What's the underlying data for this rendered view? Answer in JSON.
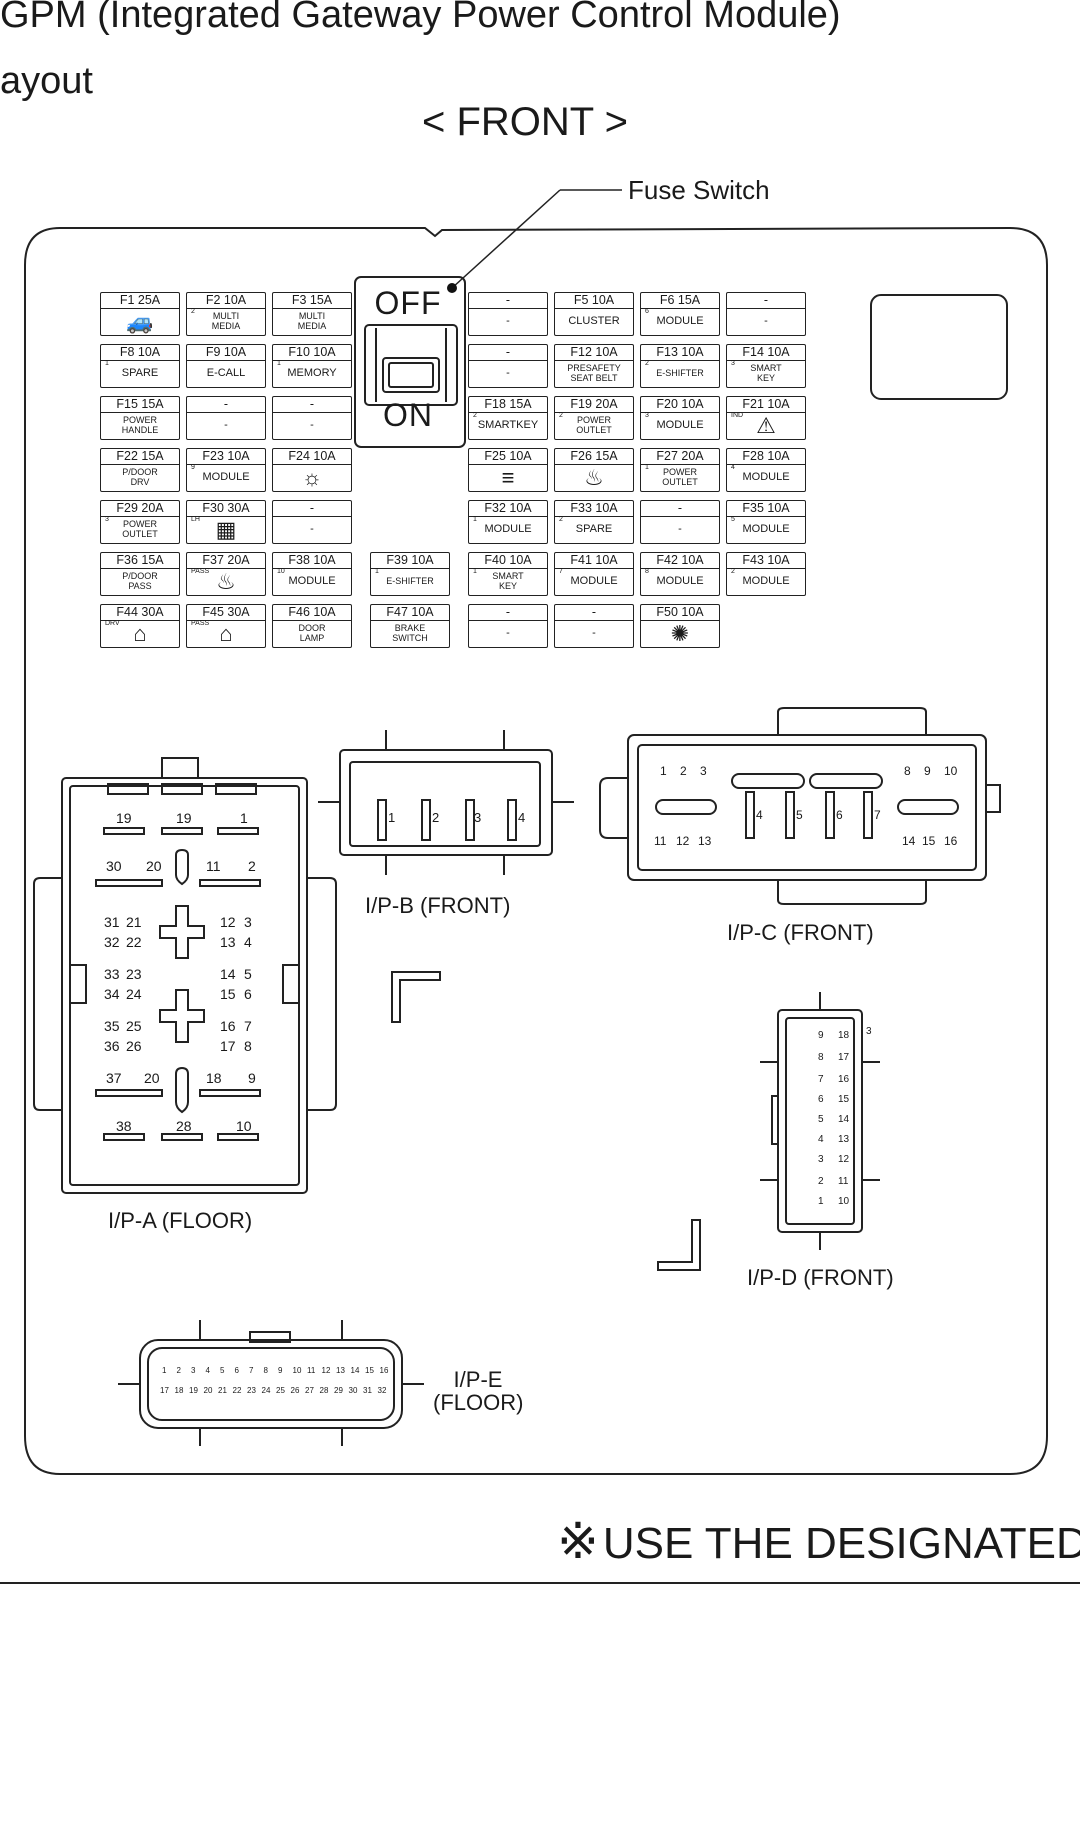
{
  "header": {
    "title_line1": "GPM (Integrated Gateway Power Control Module)",
    "title_line2": "ayout",
    "front_label": "< FRONT >"
  },
  "fuse_switch": {
    "label": "Fuse Switch",
    "off_text": "OFF",
    "on_text": "ON"
  },
  "fuses": [
    {
      "rating": "F1 25A",
      "label": "",
      "icon": "car-icon"
    },
    {
      "rating": "F2 10A",
      "label": "MULTI\nMEDIA",
      "sup": "2"
    },
    {
      "rating": "F3 15A",
      "label": "MULTI\nMEDIA"
    },
    {
      "rating": "-",
      "label": "-"
    },
    {
      "rating": "F5 10A",
      "label": "CLUSTER"
    },
    {
      "rating": "F6 15A",
      "label": "MODULE",
      "sup": "6"
    },
    {
      "rating": "-",
      "label": "-"
    },
    {
      "rating": "F8 10A",
      "label": "SPARE",
      "sup": "1"
    },
    {
      "rating": "F9 10A",
      "label": "E-CALL"
    },
    {
      "rating": "F10 10A",
      "label": "MEMORY",
      "sup": "1"
    },
    {
      "rating": "-",
      "label": "-"
    },
    {
      "rating": "F12 10A",
      "label": "PRESAFETY\nSEAT BELT"
    },
    {
      "rating": "F13 10A",
      "label": "E-SHIFTER",
      "sup": "2"
    },
    {
      "rating": "F14 10A",
      "label": "SMART\nKEY",
      "sup": "3"
    },
    {
      "rating": "F15 15A",
      "label": "POWER\nHANDLE"
    },
    {
      "rating": "-",
      "label": "-"
    },
    {
      "rating": "-",
      "label": "-"
    },
    {
      "rating": "F18 15A",
      "label": "SMARTKEY",
      "sup": "2"
    },
    {
      "rating": "F19 20A",
      "label": "POWER\nOUTLET",
      "sup": "2"
    },
    {
      "rating": "F20 10A",
      "label": "MODULE",
      "sup": "3"
    },
    {
      "rating": "F21 10A",
      "label": "",
      "icon": "airbag-icon",
      "sup": "IND"
    },
    {
      "rating": "F22 15A",
      "label": "P/DOOR\nDRV"
    },
    {
      "rating": "F23 10A",
      "label": "MODULE",
      "sup": "9"
    },
    {
      "rating": "F24 10A",
      "label": "",
      "icon": "room-lamp-icon"
    },
    {
      "rating": "F25 10A",
      "label": "",
      "icon": "fog-lamp-icon"
    },
    {
      "rating": "F26 15A",
      "label": "",
      "icon": "seat-heater-icon"
    },
    {
      "rating": "F27 20A",
      "label": "POWER\nOUTLET",
      "sup": "1"
    },
    {
      "rating": "F28 10A",
      "label": "MODULE",
      "sup": "4"
    },
    {
      "rating": "F29 20A",
      "label": "POWER\nOUTLET",
      "sup": "3"
    },
    {
      "rating": "F30 30A",
      "label": "",
      "icon": "rear-defog-icon",
      "sup": "LH"
    },
    {
      "rating": "-",
      "label": "-"
    },
    {
      "rating": "F32 10A",
      "label": "MODULE",
      "sup": "1"
    },
    {
      "rating": "F33 10A",
      "label": "SPARE",
      "sup": "2"
    },
    {
      "rating": "-",
      "label": "-"
    },
    {
      "rating": "F35 10A",
      "label": "MODULE",
      "sup": "5"
    },
    {
      "rating": "F36 15A",
      "label": "P/DOOR\nPASS"
    },
    {
      "rating": "F37 20A",
      "label": "",
      "icon": "seat-warmer-icon",
      "sup": "PASS"
    },
    {
      "rating": "F38 10A",
      "label": "MODULE",
      "sup": "10"
    },
    {
      "rating": "F39 10A",
      "label": "E-SHIFTER",
      "sup": "1"
    },
    {
      "rating": "F40 10A",
      "label": "SMART\nKEY",
      "sup": "1"
    },
    {
      "rating": "F41 10A",
      "label": "MODULE",
      "sup": "7"
    },
    {
      "rating": "F42 10A",
      "label": "MODULE",
      "sup": "8"
    },
    {
      "rating": "F43 10A",
      "label": "MODULE",
      "sup": "2"
    },
    {
      "rating": "F44 30A",
      "label": "",
      "icon": "seat-vent-drv-icon",
      "sup": "DRV"
    },
    {
      "rating": "F45 30A",
      "label": "",
      "icon": "seat-vent-pass-icon",
      "sup": "PASS"
    },
    {
      "rating": "F46 10A",
      "label": "DOOR\nLAMP"
    },
    {
      "rating": "F47 10A",
      "label": "BRAKE\nSWITCH"
    },
    {
      "rating": "-",
      "label": "-"
    },
    {
      "rating": "-",
      "label": "-"
    },
    {
      "rating": "F50 10A",
      "label": "",
      "icon": "sun-icon"
    }
  ],
  "connectors": {
    "ipa": {
      "label": "I/P-A (FLOOR)",
      "pins": [
        "19",
        "19",
        "1",
        "30",
        "20",
        "11",
        "2",
        "31",
        "21",
        "12",
        "3",
        "32",
        "22",
        "13",
        "4",
        "33",
        "23",
        "14",
        "5",
        "34",
        "24",
        "15",
        "6",
        "35",
        "25",
        "16",
        "7",
        "36",
        "26",
        "17",
        "8",
        "37",
        "20",
        "18",
        "9",
        "38",
        "28",
        "10"
      ]
    },
    "ipb": {
      "label": "I/P-B (FRONT)",
      "pins": [
        "1",
        "2",
        "3",
        "4"
      ]
    },
    "ipc": {
      "label": "I/P-C (FRONT)",
      "pins": [
        "1",
        "2",
        "3",
        "8",
        "9",
        "10",
        "4",
        "5",
        "6",
        "7",
        "11",
        "12",
        "13",
        "14",
        "15",
        "16"
      ]
    },
    "ipd": {
      "label": "I/P-D (FRONT)",
      "pins": [
        "9",
        "18",
        "3",
        "8",
        "17",
        "7",
        "16",
        "6",
        "15",
        "5",
        "14",
        "4",
        "13",
        "3",
        "12",
        "2",
        "11",
        "1",
        "10"
      ]
    },
    "ipe": {
      "label_line1": "I/P-E",
      "label_line2": "(FLOOR)",
      "pins_top": [
        "1",
        "2",
        "3",
        "4",
        "5",
        "6",
        "7",
        "8",
        "9",
        "10",
        "11",
        "12",
        "13",
        "14",
        "15",
        "16"
      ],
      "pins_bottom": [
        "17",
        "18",
        "19",
        "20",
        "21",
        "22",
        "23",
        "24",
        "25",
        "26",
        "27",
        "28",
        "29",
        "30",
        "31",
        "32"
      ]
    }
  },
  "footer": {
    "note_symbol": "※",
    "note": "USE THE DESIGNATED"
  }
}
